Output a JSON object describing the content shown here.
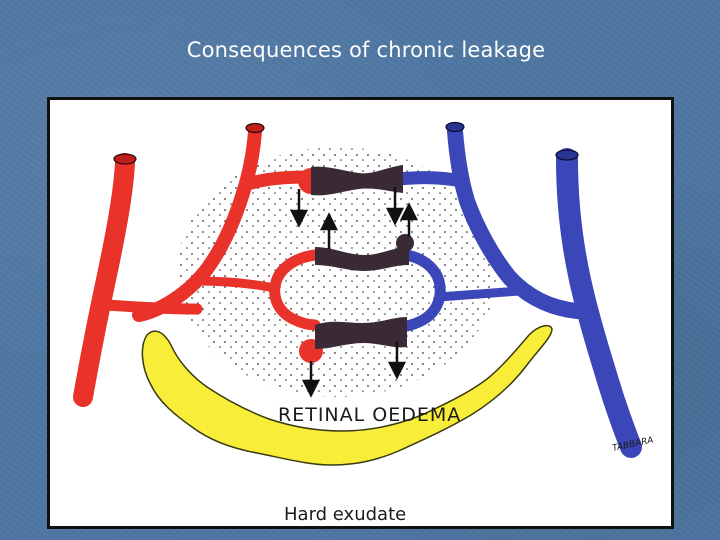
{
  "slide": {
    "title": "Consequences of chronic leakage"
  },
  "diagram": {
    "oedema_label": "RETINAL OEDEMA",
    "exudate_label": "Hard exudate",
    "signature": "TABBARA",
    "colors": {
      "artery": "#e8322a",
      "vein": "#3b47b8",
      "capillary_dark": "#3a2a35",
      "exudate": "#f8ee3a",
      "background": "#ffffff",
      "border": "#111111"
    }
  }
}
